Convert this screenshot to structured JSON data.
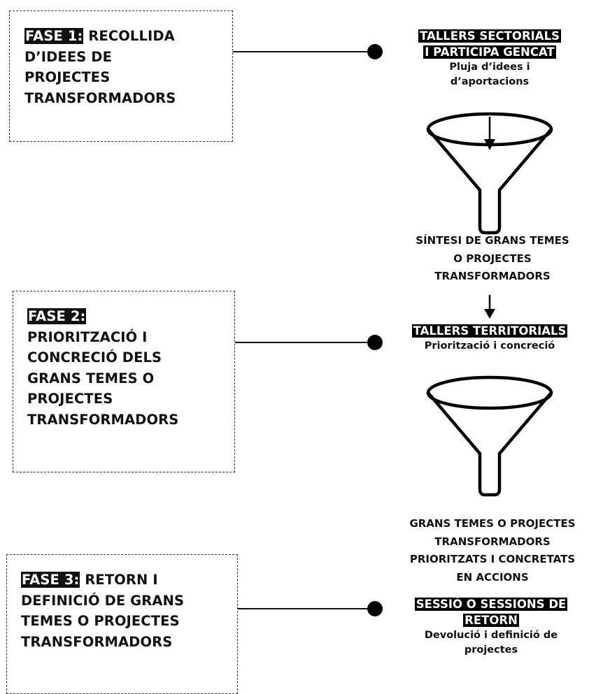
{
  "phases": [
    {
      "label": "FASE 1:",
      "text_inline": " RECOLLIDA",
      "text_lines": [
        "D’IDEES DE",
        "PROJECTES",
        "TRANSFORMADORS"
      ]
    },
    {
      "label": "FASE 2:",
      "text_lines": [
        "PRIORITZACIÓ I",
        "CONCRECIÓ DELS",
        "GRANS TEMES O",
        "PROJECTES",
        "TRANSFORMADORS"
      ]
    },
    {
      "label": "FASE 3:",
      "text_inline": " RETORN I",
      "text_lines": [
        "DEFINICIÓ DE GRANS",
        "TEMES O PROJECTES",
        "TRANSFORMADORS"
      ]
    }
  ],
  "stages": [
    {
      "title_lines": [
        "TALLERS SECTORIALS",
        "I PARTICIPA GENCAT"
      ],
      "subtitle_lines": [
        "Pluja d’idees i",
        "d’aportacions"
      ]
    },
    {
      "title_lines": [
        "TALLERS TERRITORIALS"
      ],
      "subtitle_lines": [
        "Priorització i concreció"
      ]
    },
    {
      "title_lines": [
        "SESSIÓ O SESSIONS DE",
        "RETORN"
      ],
      "subtitle_lines": [
        "Devolució i definició de",
        "projectes"
      ]
    }
  ],
  "results": [
    {
      "lines": [
        "SÍNTESI DE GRANS TEMES",
        "O PROJECTES",
        "TRANSFORMADORS"
      ]
    },
    {
      "lines": [
        "GRANS TEMES O PROJECTES",
        "TRANSFORMADORS",
        "PRIORITZATS I CONCRETATS",
        "EN ACCIONS"
      ]
    }
  ],
  "icons": {
    "funnel": "funnel-icon",
    "arrow": "arrow-down-icon",
    "connector_dot": "dot-icon"
  },
  "colors": {
    "ink": "#111111",
    "highlight_bg": "#000000",
    "highlight_fg": "#ffffff",
    "background": "#ffffff"
  }
}
